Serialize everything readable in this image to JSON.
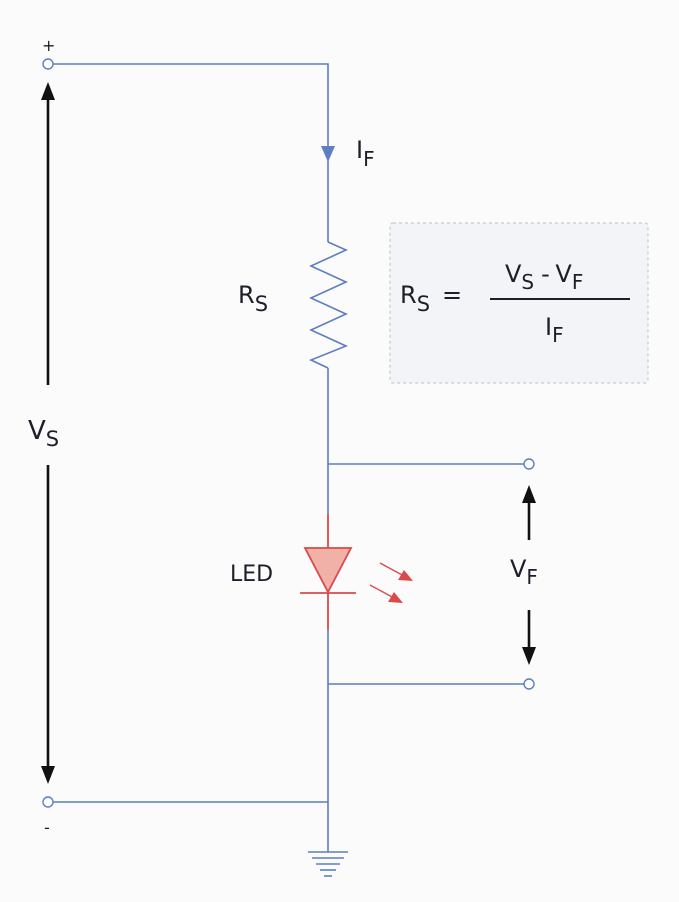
{
  "supply": {
    "plus_sign": "+",
    "minus_sign": "-",
    "voltage_main": "V",
    "voltage_sub": "S"
  },
  "current": {
    "main": "I",
    "sub": "F"
  },
  "resistor": {
    "main": "R",
    "sub": "S"
  },
  "led": {
    "label": "LED"
  },
  "forward_voltage": {
    "main": "V",
    "sub": "F"
  },
  "formula": {
    "lhs_main": "R",
    "lhs_sub": "S",
    "equals": "=",
    "num_v1_main": "V",
    "num_v1_sub": "S",
    "num_minus": "-",
    "num_v2_main": "V",
    "num_v2_sub": "F",
    "den_main": "I",
    "den_sub": "F"
  },
  "colors": {
    "wire": "#5b7fc0",
    "led": "#d94b4b",
    "led_fill": "#f2b1a8",
    "arrow": "#111111",
    "text": "#1e1e2a"
  }
}
